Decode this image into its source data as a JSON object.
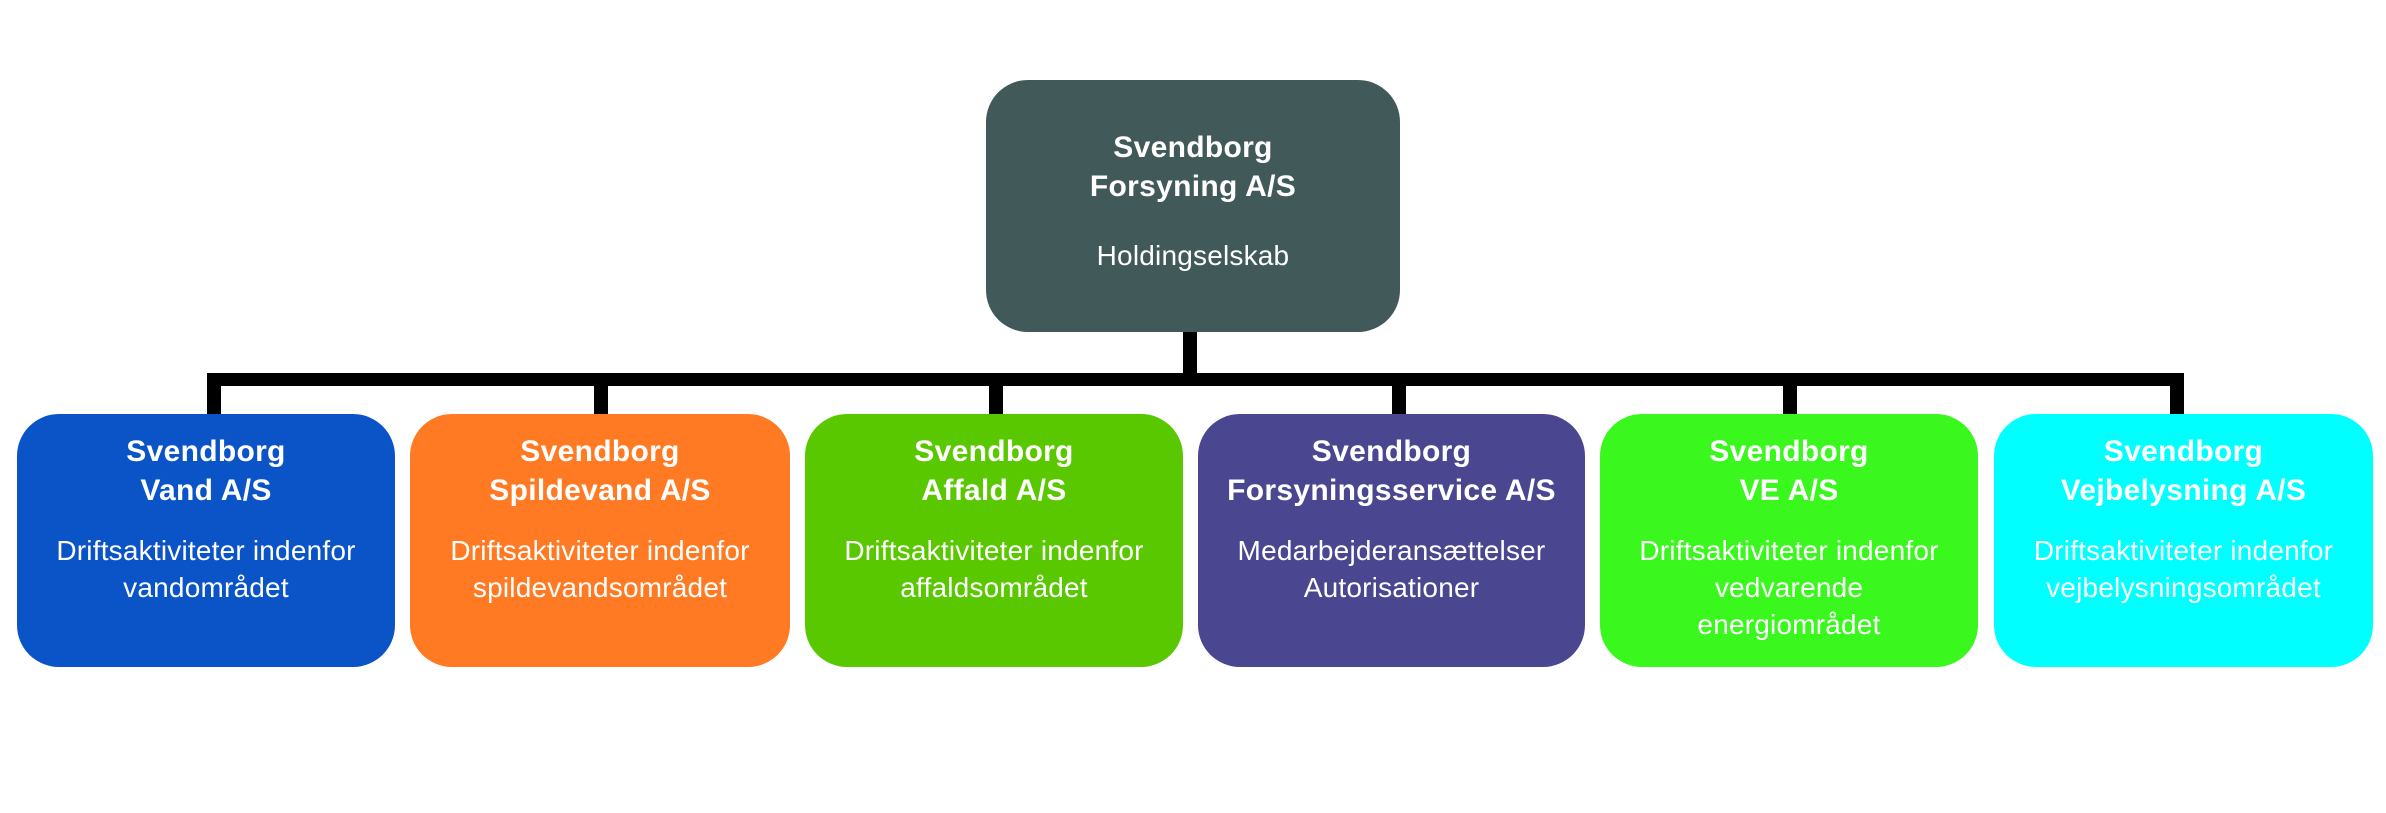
{
  "diagram": {
    "type": "org-chart",
    "connector_color": "#000000",
    "root": {
      "title_lines": [
        "Svendborg",
        "Forsyning A/S"
      ],
      "desc_lines": [
        "Holdingselskab"
      ],
      "color": "#425959"
    },
    "children": [
      {
        "title_lines": [
          "Svendborg",
          "Vand A/S"
        ],
        "desc_lines": [
          "Driftsaktiviteter indenfor",
          "vandområdet"
        ],
        "color": "#0B54C8"
      },
      {
        "title_lines": [
          "Svendborg",
          "Spildevand A/S"
        ],
        "desc_lines": [
          "Driftsaktiviteter indenfor",
          "spildevandsområdet"
        ],
        "color": "#FF7A22"
      },
      {
        "title_lines": [
          "Svendborg",
          "Affald A/S"
        ],
        "desc_lines": [
          "Driftsaktiviteter indenfor",
          "affaldsområdet"
        ],
        "color": "#5AC800"
      },
      {
        "title_lines": [
          "Svendborg",
          "Forsyningsservice A/S"
        ],
        "desc_lines": [
          "Medarbejderansættelser",
          "Autorisationer"
        ],
        "color": "#4A4690"
      },
      {
        "title_lines": [
          "Svendborg",
          "VE A/S"
        ],
        "desc_lines": [
          "Driftsaktiviteter indenfor",
          "vedvarende",
          "energiområdet"
        ],
        "color": "#3AF81E"
      },
      {
        "title_lines": [
          "Svendborg",
          "Vejbelysning A/S"
        ],
        "desc_lines": [
          "Driftsaktiviteter indenfor",
          "vejbelysningsområdet"
        ],
        "color": "#00FFFF"
      }
    ]
  }
}
